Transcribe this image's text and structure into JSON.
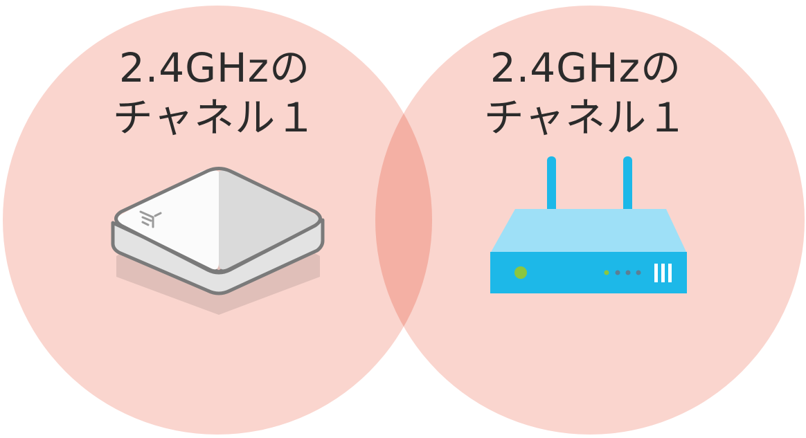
{
  "colors": {
    "coverage_fill": "#f5b3a6",
    "overlap_fill": "#f0a293",
    "router_body": "#1db8e8",
    "router_top": "#9ee0f7",
    "ap_body": "#f4f4f4",
    "ap_outline": "#7a7a7a",
    "power_led": "#8cc63f"
  },
  "left_zone": {
    "line1": "2.4GHzの",
    "line2": "チャネル１",
    "device_icon": "access-point-icon"
  },
  "right_zone": {
    "line1": "2.4GHzの",
    "line2": "チャネル１",
    "device_icon": "wifi-router-icon"
  }
}
